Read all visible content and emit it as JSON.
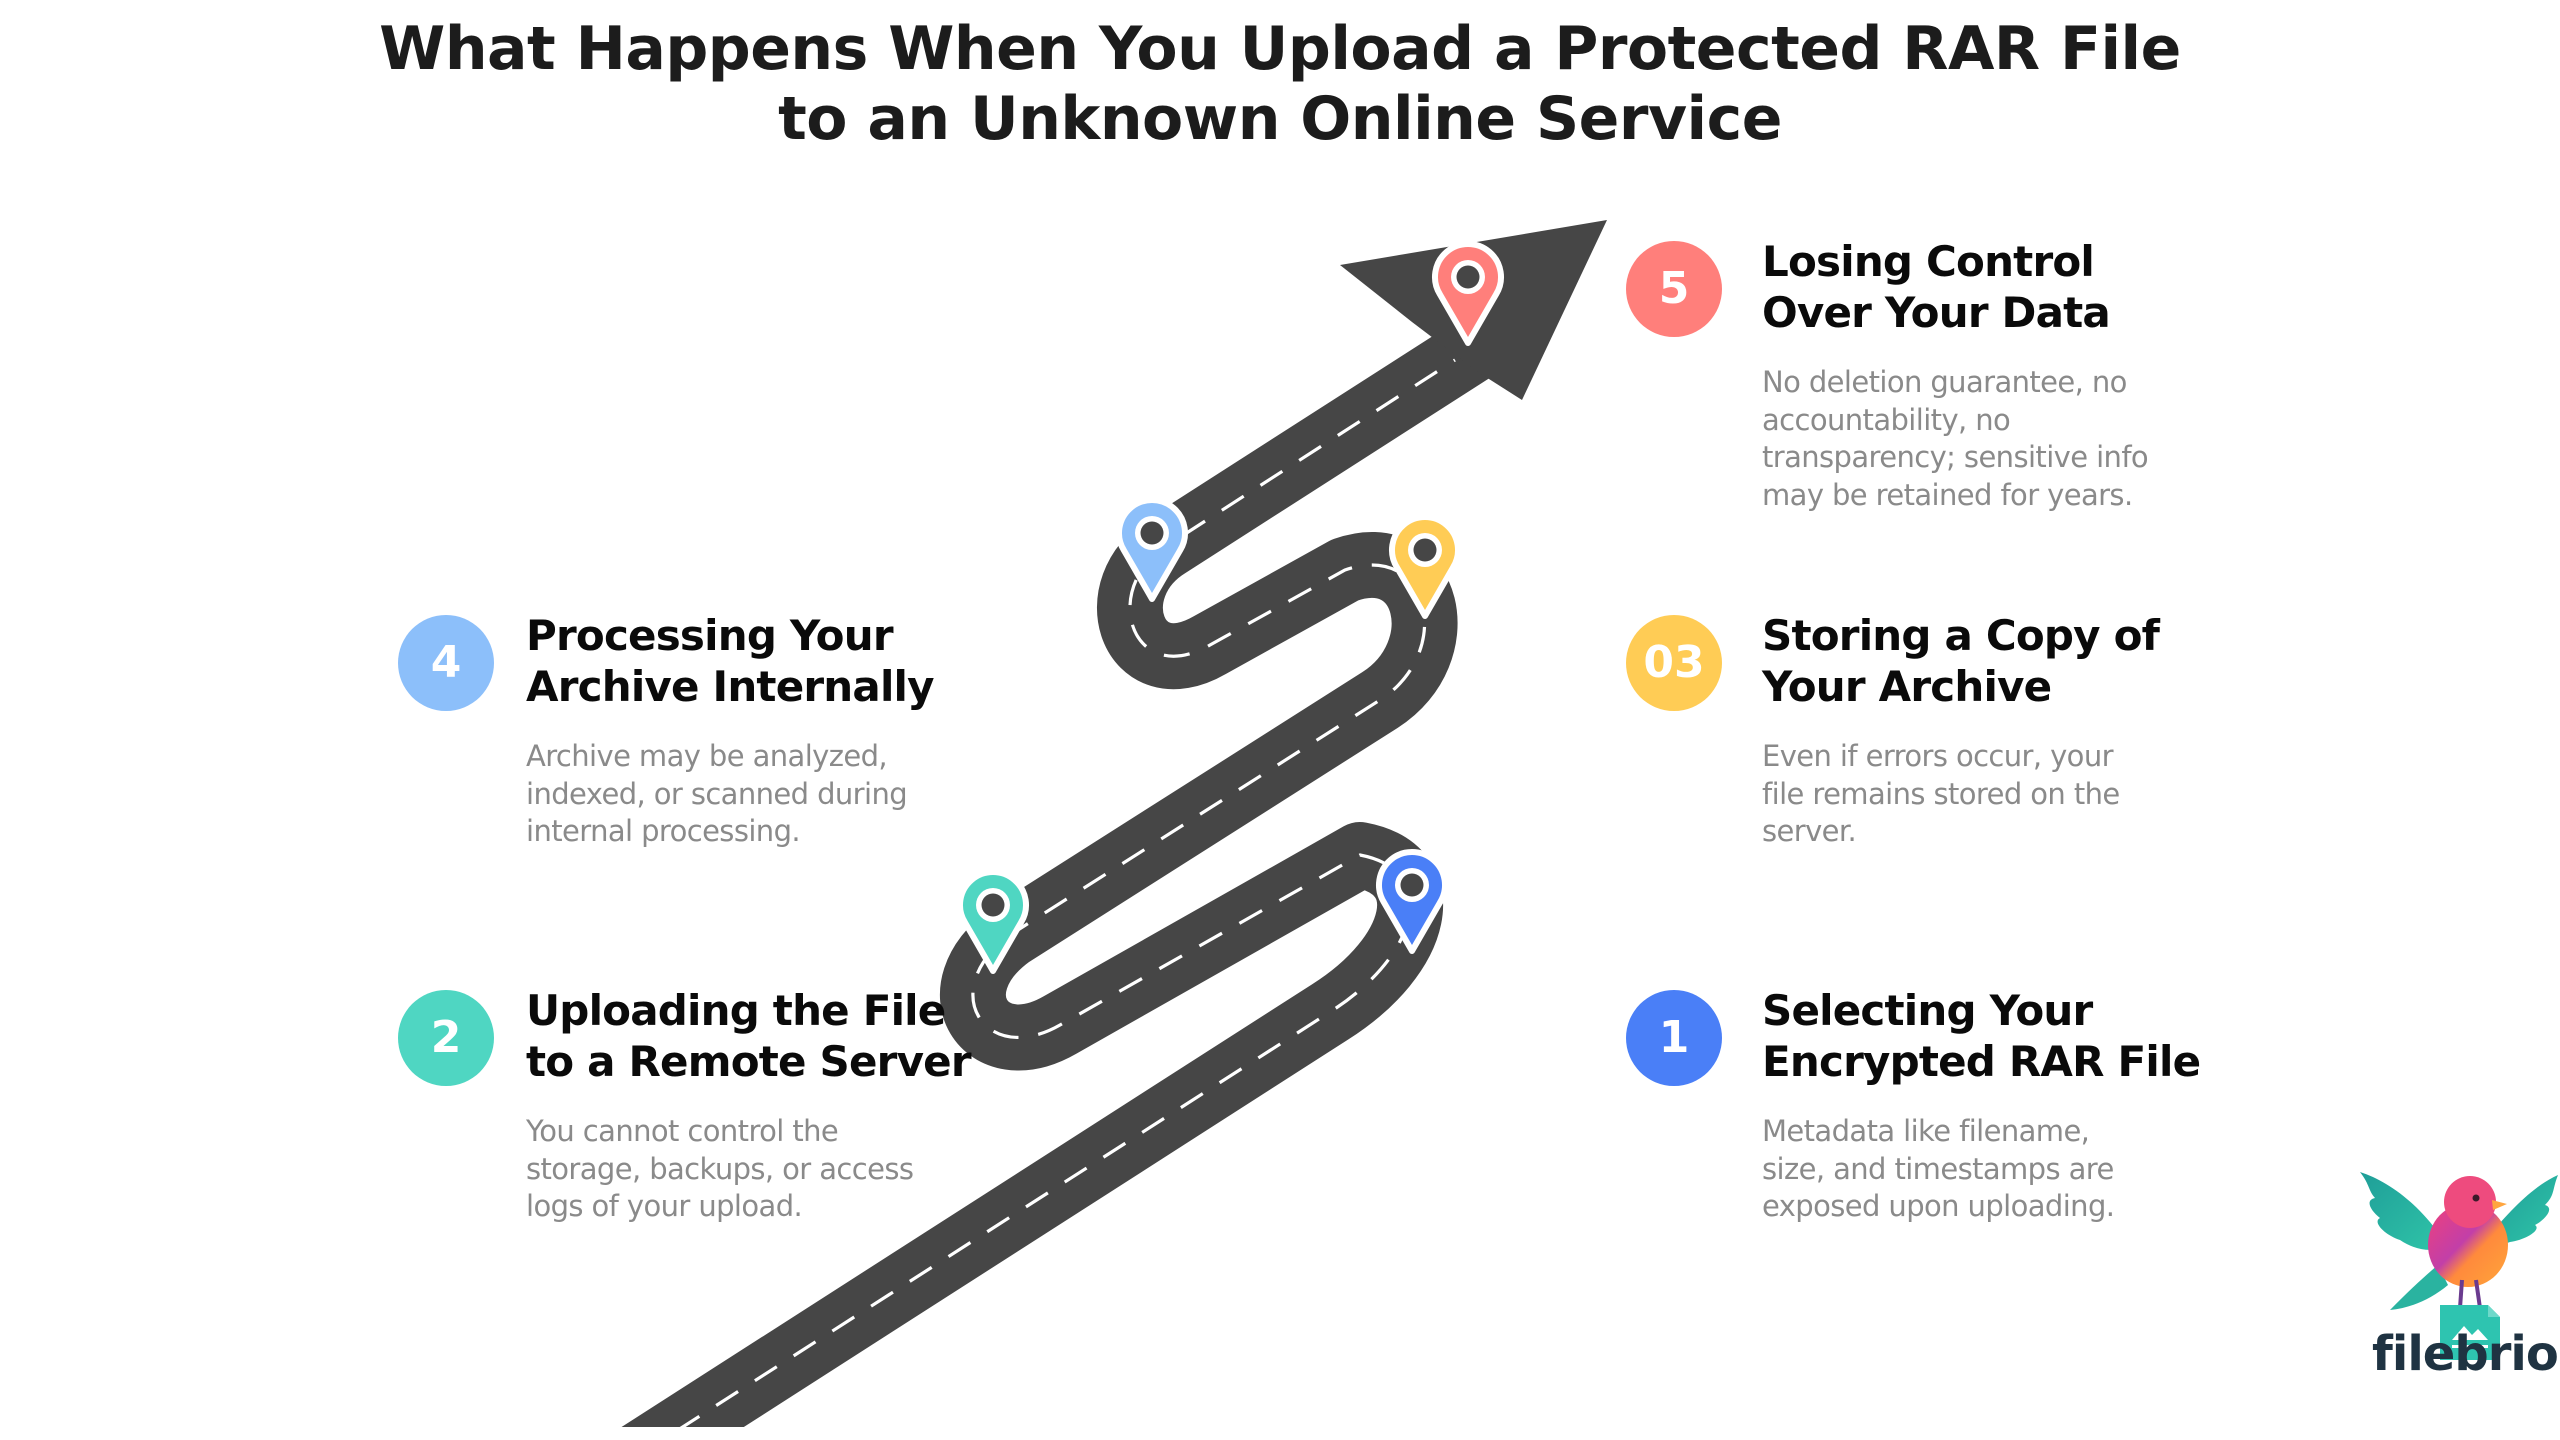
{
  "title": {
    "line1": "What Happens When You Upload a Protected RAR File",
    "line2": "to an Unknown Online Service"
  },
  "steps": [
    {
      "badge": "1",
      "title_line1": "Selecting Your",
      "title_line2": "Encrypted RAR File",
      "desc": [
        "Metadata like filename,",
        "size, and timestamps are",
        "exposed upon uploading."
      ],
      "color": "#4A7FF7"
    },
    {
      "badge": "2",
      "title_line1": "Uploading the File",
      "title_line2": "to a Remote Server",
      "desc": [
        "You cannot control the",
        "storage, backups, or access",
        "logs of your upload."
      ],
      "color": "#4FD6C2"
    },
    {
      "badge": "03",
      "title_line1": "Storing a Copy of",
      "title_line2": "Your Archive",
      "desc": [
        "Even if errors occur, your",
        "file remains stored on the",
        "server."
      ],
      "color": "#FFCC55"
    },
    {
      "badge": "4",
      "title_line1": "Processing Your",
      "title_line2": "Archive Internally",
      "desc": [
        "Archive may be analyzed,",
        "indexed, or scanned during",
        "internal processing."
      ],
      "color": "#8CBFFA"
    },
    {
      "badge": "5",
      "title_line1": "Losing Control",
      "title_line2": "Over Your Data",
      "desc": [
        "No deletion guarantee, no",
        "accountability, no",
        "transparency; sensitive info",
        "may be retained for years."
      ],
      "color": "#FF7F7B"
    }
  ],
  "road": {
    "color": "#464646",
    "dash_color": "#ffffff",
    "pins": [
      "map-pin-icon",
      "map-pin-icon",
      "map-pin-icon",
      "map-pin-icon",
      "map-pin-icon"
    ]
  },
  "logo": {
    "text": "filebrio",
    "icon": "bird-on-file-icon"
  }
}
